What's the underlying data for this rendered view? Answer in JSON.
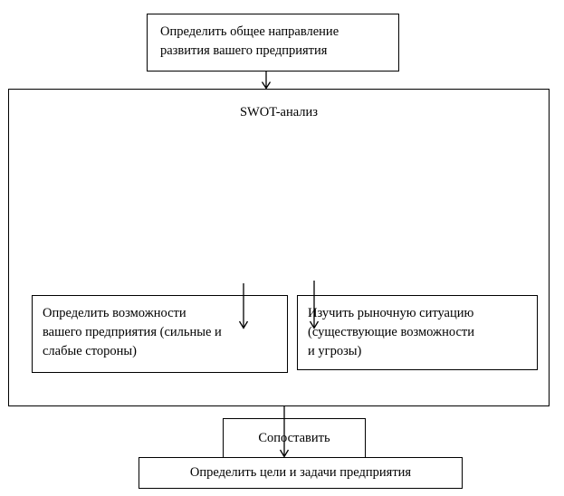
{
  "diagram": {
    "title_text": "SWOT-анализ",
    "colors": {
      "stroke": "#000000",
      "background": "#ffffff",
      "text": "#000000"
    },
    "nodes": {
      "top": {
        "label": "Определить общее направление\nразвития вашего предприятия"
      },
      "swot_container": {
        "label": "SWOT-анализ"
      },
      "opportunities": {
        "label": "Определить возможности\nвашего предприятия (сильные и\nслабые стороны)"
      },
      "market": {
        "label": "Изучить рыночную ситуацию\n(существующие возможности\nи угрозы)"
      },
      "compare": {
        "label": "Сопоставить"
      },
      "goals": {
        "label": "Определить цели и задачи предприятия"
      }
    },
    "edges": [
      {
        "from": "top",
        "to": "swot_container",
        "arrow": "down"
      },
      {
        "from": "opportunities",
        "to": "compare",
        "arrow": "down"
      },
      {
        "from": "market",
        "to": "compare",
        "arrow": "down"
      },
      {
        "from": "swot_container",
        "to": "goals",
        "arrow": "down"
      }
    ]
  }
}
